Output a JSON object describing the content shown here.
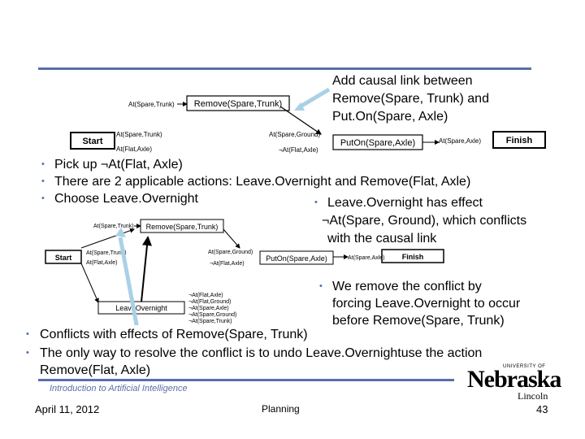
{
  "callout_top": [
    "Add causal link between",
    "Remove(Spare, Trunk) and",
    "Put.On(Spare, Axle)"
  ],
  "bullets_main": [
    "Pick up ¬At(Flat, Axle)",
    "There are 2 applicable actions: Leave.Overnight and Remove(Flat, Axle)",
    "Choose Leave.Overnight"
  ],
  "bullet_right1": [
    "Leave.Overnight has effect",
    "¬At(Spare, Ground), which conflicts",
    "with the causal link"
  ],
  "bullet_right2": [
    "We remove the conflict by",
    "forcing Leave.Overnight to occur",
    "before Remove(Spare, Trunk)"
  ],
  "bullets_bottom": [
    "Conflicts with effects of Remove(Spare, Trunk)",
    "The only way to resolve the conflict is to undo Leave.Overnightuse the action",
    "Remove(Flat, Axle)"
  ],
  "diagram1": {
    "start": "Start",
    "finish": "Finish",
    "remove": "Remove(Spare,Trunk)",
    "puton": "PutOn(Spare,Axle)",
    "remove_pre": "At(Spare,Trunk)",
    "start_eff": [
      "At(Spare,Trunk)",
      "At(Flat,Axle)"
    ],
    "puton_pre": [
      "At(Spare,Ground)",
      "¬At(Flat,Axle)"
    ],
    "finish_pre": "At(Spare,Axle)"
  },
  "diagram2": {
    "start": "Start",
    "finish": "Finish",
    "remove": "Remove(Spare,Trunk)",
    "puton": "PutOn(Spare,Axle)",
    "leave": "LeaveOvernight",
    "remove_pre": "At(Spare,Trunk)",
    "start_eff": [
      "At(Spare,Trunk)",
      "At(Flat,Axle)"
    ],
    "puton_pre": [
      "At(Spare,Ground)",
      "¬At(Flat,Axle)"
    ],
    "finish_pre": "At(Spare,Axle)",
    "leave_eff": [
      "¬At(Flat,Axle)",
      "¬At(Flat,Ground)",
      "¬At(Spare,Axle)",
      "¬At(Spare,Ground)",
      "¬At(Spare,Trunk)"
    ]
  },
  "footer": {
    "course": "Introduction to Artificial Intelligence",
    "date": "April 11, 2012",
    "topic": "Planning",
    "page": "43",
    "logo_small": "UNIVERSITY OF",
    "logo_big": "Nebraska",
    "logo_city": "Lincoln"
  },
  "colors": {
    "rule": "#5a6fa8",
    "bullet": "#4a6fb5",
    "arrow": "#a9d1e6",
    "logo": "#000000"
  }
}
